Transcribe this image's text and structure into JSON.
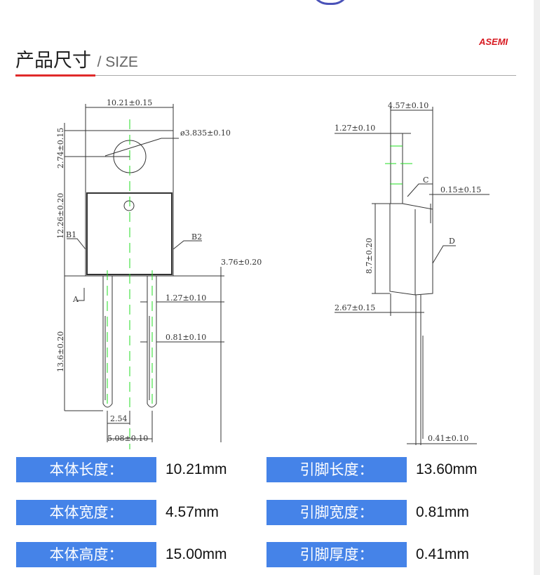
{
  "header": {
    "title": "产品尺寸",
    "subtitle": "/ SIZE",
    "logo": "ASEMI"
  },
  "drawing": {
    "front": {
      "width": "10.21±0.15",
      "hole": "ø3.835±0.10",
      "hole_offset": "2.74±0.15",
      "body_height": "12.26±0.20",
      "lead_length": "13.6±0.20",
      "tab_ref": "3.76±0.20",
      "lead_pitch_width": "1.27±0.10",
      "lead_width": "0.81±0.10",
      "pitch": "2.54",
      "span": "5.08±0.10",
      "b1": "B1",
      "b2": "B2",
      "a": "A"
    },
    "side": {
      "thickness": "4.57±0.10",
      "tab_thickness": "1.27±0.10",
      "c": "C",
      "flatness": "0.15±0.15",
      "body_height": "8.7±0.20",
      "d": "D",
      "lead_offset": "2.67±0.15",
      "lead_thickness": "0.41±0.10"
    }
  },
  "specs": [
    {
      "label": "本体长度：",
      "value": "10.21mm"
    },
    {
      "label": "引脚长度：",
      "value": "13.60mm"
    },
    {
      "label": "本体宽度：",
      "value": "4.57mm"
    },
    {
      "label": "引脚宽度：",
      "value": "0.81mm"
    },
    {
      "label": "本体高度：",
      "value": "15.00mm"
    },
    {
      "label": "引脚厚度：",
      "value": "0.41mm"
    }
  ],
  "colors": {
    "accent": "#4583e8",
    "red": "#e02a2a",
    "center": "#22dd22"
  }
}
